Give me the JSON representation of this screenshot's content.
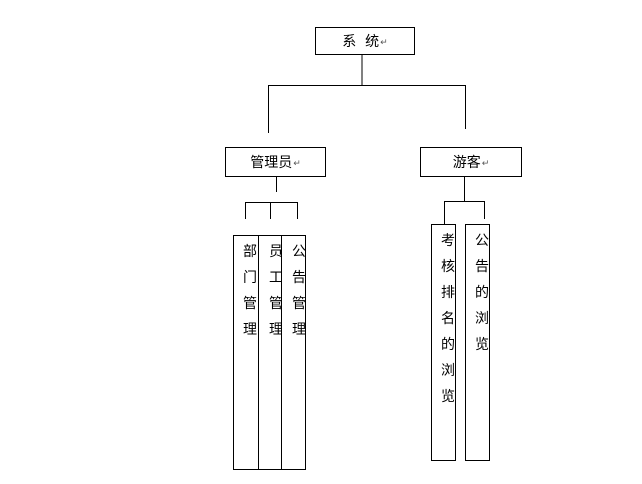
{
  "root": {
    "label": "系  统",
    "mark": "↵"
  },
  "branches": [
    {
      "label": "管理员",
      "mark": "↵",
      "children": [
        "部门管理",
        "员工管理",
        "公告管理"
      ]
    },
    {
      "label": "游客",
      "mark": "↵",
      "children": [
        "考核排名的浏览",
        "公告的浏览"
      ]
    }
  ]
}
